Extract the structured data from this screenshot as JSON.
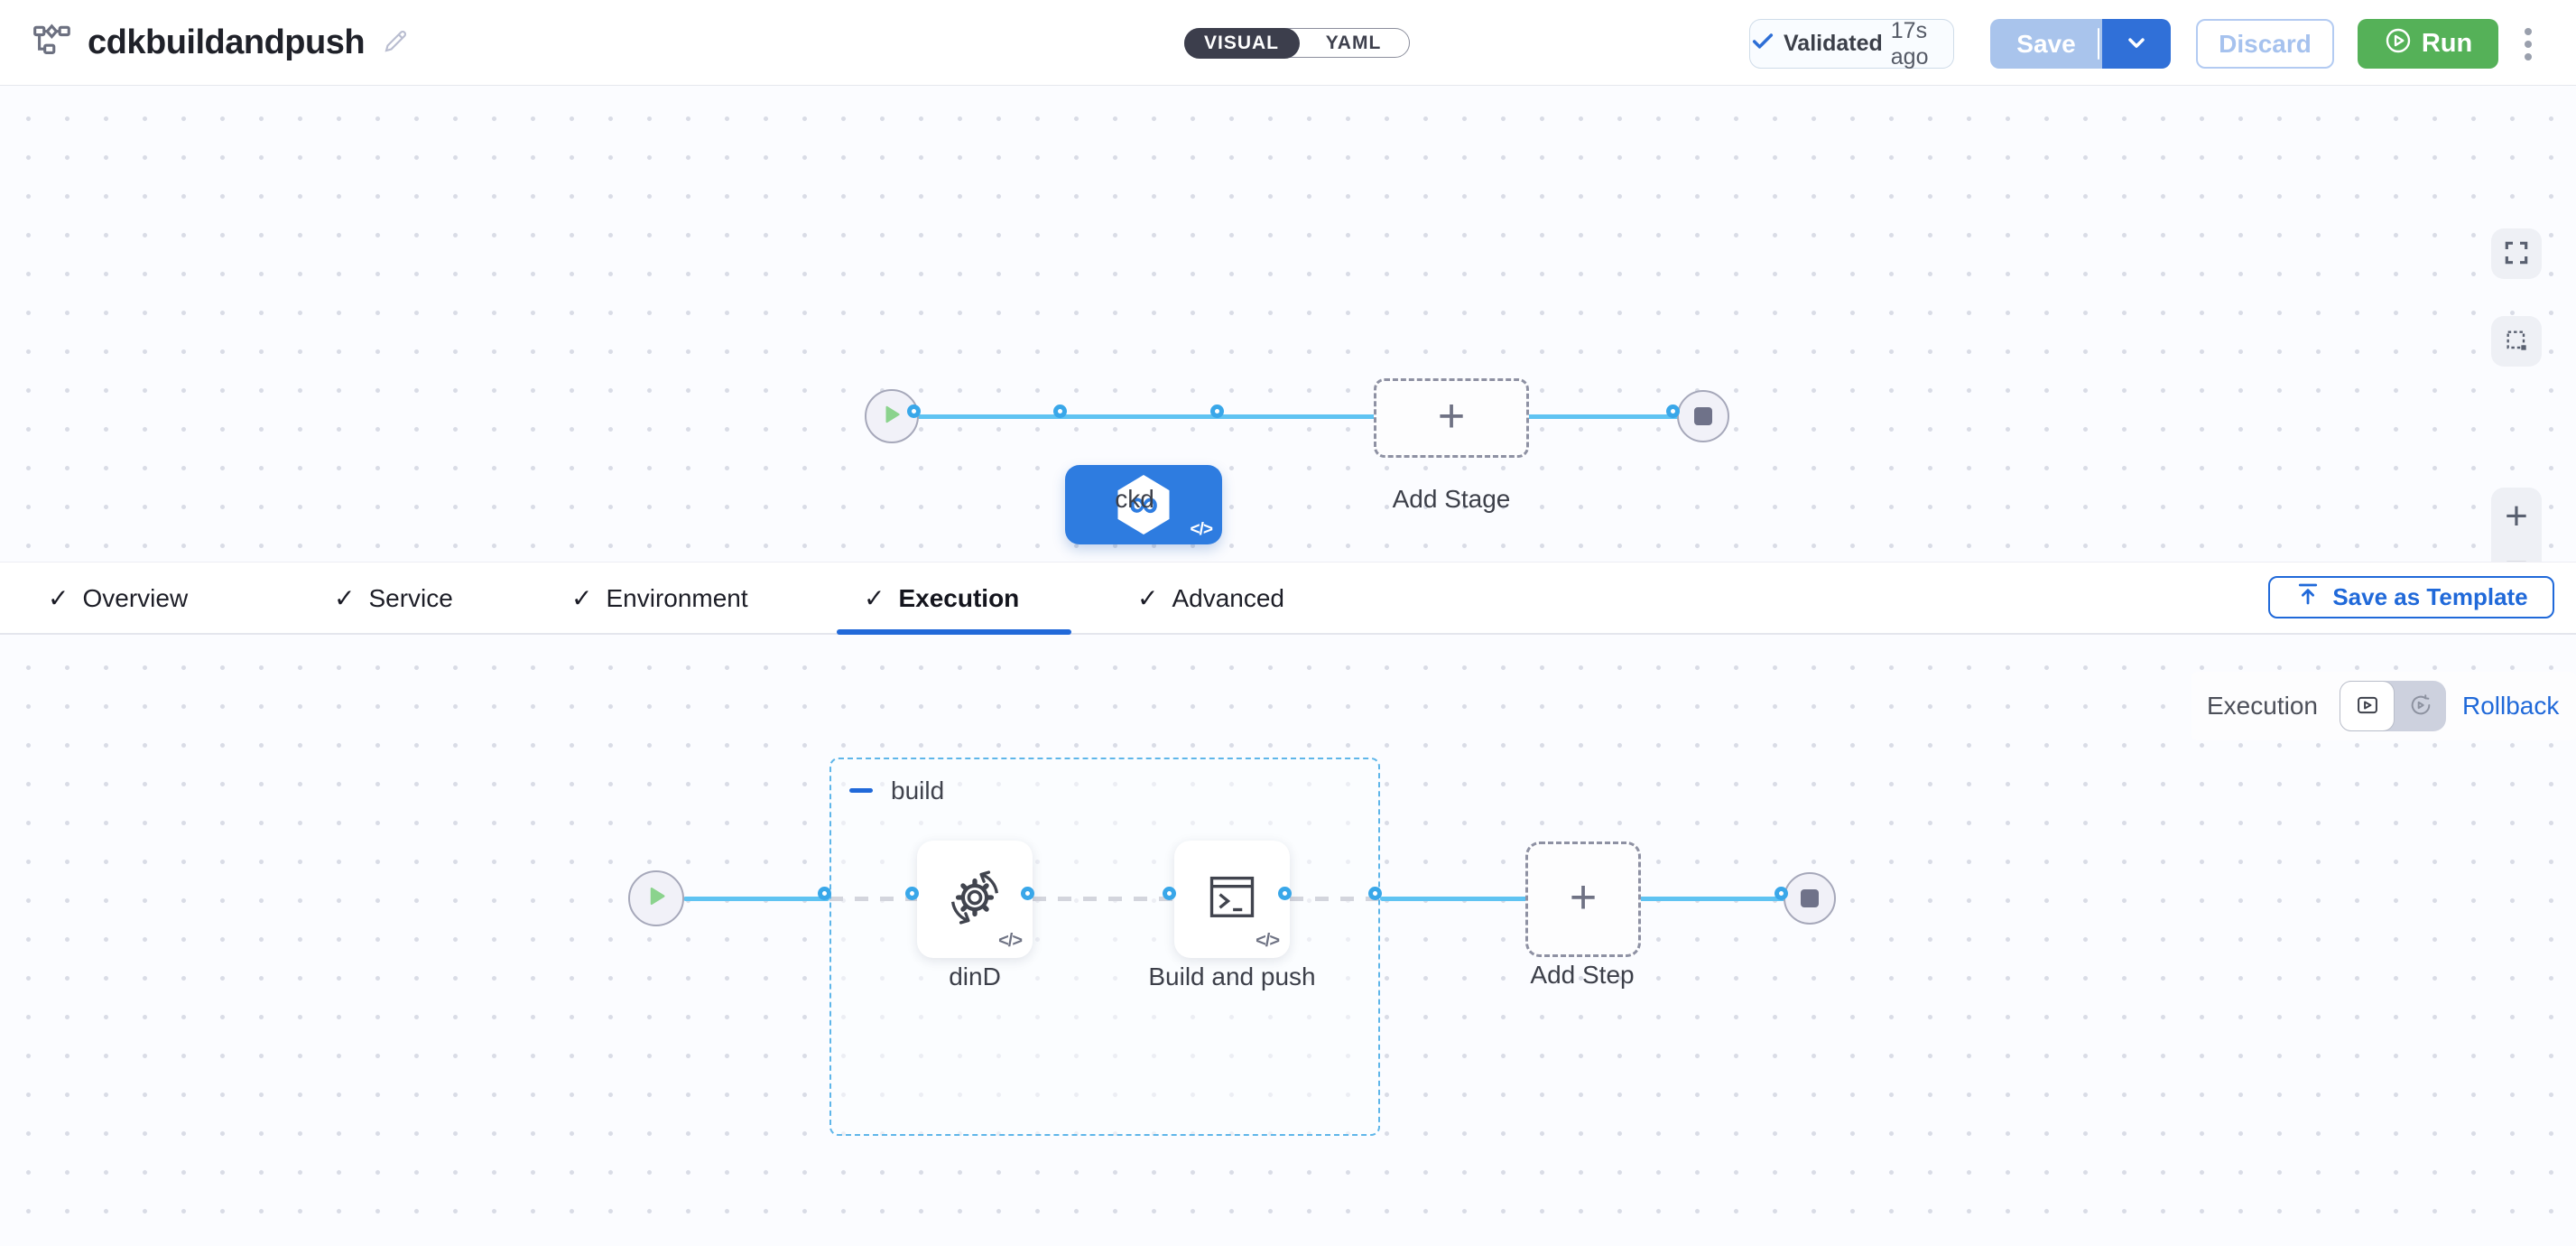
{
  "header": {
    "title": "cdkbuildandpush",
    "mode_toggle": {
      "options": [
        "VISUAL",
        "YAML"
      ],
      "selected": "VISUAL"
    },
    "validation": {
      "label": "Validated",
      "time_ago": "17s ago"
    },
    "save_label": "Save",
    "discard_label": "Discard",
    "run_label": "Run"
  },
  "stage_canvas": {
    "stage_label": "ckd",
    "add_stage_label": "Add Stage"
  },
  "tab_bar": {
    "tabs": [
      {
        "label": "Overview",
        "complete": true
      },
      {
        "label": "Service",
        "complete": true
      },
      {
        "label": "Environment",
        "complete": true
      },
      {
        "label": "Execution",
        "complete": true,
        "active": true
      },
      {
        "label": "Advanced",
        "complete": true
      }
    ],
    "save_as_template_label": "Save as Template"
  },
  "execution_canvas": {
    "mode_label": "Execution",
    "rollback_label": "Rollback",
    "step_group_label": "build",
    "steps": [
      {
        "label": "dinD",
        "icon": "docker-in-docker-icon"
      },
      {
        "label": "Build and push",
        "icon": "terminal-icon"
      }
    ],
    "add_step_label": "Add Step"
  },
  "icons": {
    "check": "✓",
    "plus": "+",
    "minus": "−",
    "code": "</>",
    "infinity": "∞"
  },
  "colors": {
    "accent_blue": "#2069d9",
    "stage_blue": "#2e7ce0",
    "run_green": "#55b158",
    "connector_blue": "#5fc3f2",
    "ring_blue": "#39a7e9",
    "dashed_gray": "#a2a4b4",
    "group_dash_blue": "#5fb6e9"
  }
}
